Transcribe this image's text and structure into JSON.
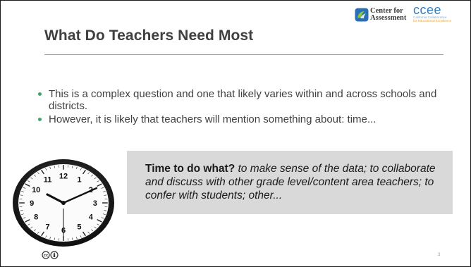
{
  "slide": {
    "title": "What Do Teachers Need Most",
    "page_number": "3"
  },
  "logos": {
    "cfa": {
      "line1": "Center for",
      "line2": "Assessment"
    },
    "ccee": {
      "word": "ccee",
      "line1": "California Collaborative",
      "line2": "for Educational Excellence"
    }
  },
  "bullets": [
    "This is a complex question and one that likely varies within and across schools and districts.",
    "However, it is likely that teachers will mention something about: time..."
  ],
  "callout": {
    "bold": "Time to do what?",
    "italic": "to make sense of the data; to collaborate and discuss with other grade level/content area teachers; to confer with students; other..."
  },
  "clock": {
    "numbers": [
      "12",
      "1",
      "2",
      "3",
      "4",
      "5",
      "6",
      "7",
      "8",
      "9",
      "10",
      "11"
    ]
  },
  "colors": {
    "accent_green": "#3fa36a",
    "title_rule": "#7ab88e",
    "ccee_blue": "#2f7fc1",
    "callout_bg": "#d9d9d9"
  },
  "footer": {
    "license_icon": "creative-commons-by-icon"
  }
}
